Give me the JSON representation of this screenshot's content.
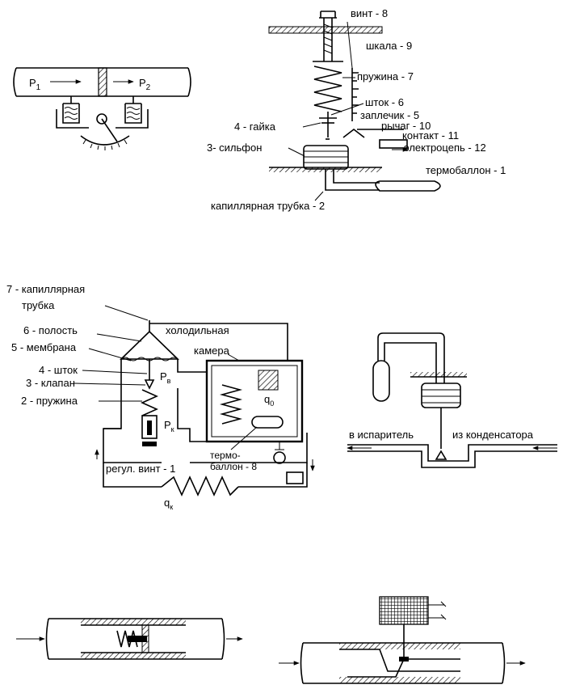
{
  "fig1": {
    "p1": "P",
    "p1_sub": "1",
    "p2": "P",
    "p2_sub": "2"
  },
  "fig2": {
    "labels": {
      "vint": "винт - 8",
      "shkala": "шкала - 9",
      "pruzhina": "пружина - 7",
      "shtok": "шток - 6",
      "zaplechik": "заплечик - 5",
      "gaika": "4 - гайка",
      "rychag": "рычаг - 10",
      "kontakt": "контакт - 11",
      "silfon": "3- сильфон",
      "elektrocep": "электроцепь - 12",
      "termoballon": "термобаллон - 1",
      "kapillyar": "капиллярная трубка - 2"
    }
  },
  "fig3": {
    "labels": {
      "l7a": "7 - капиллярная",
      "l7b": "трубка",
      "l6": "6 - полость",
      "l5": "5 - мембрана",
      "l4": "4 - шток",
      "l3": "3 - клапан",
      "l2": "2 - пружина",
      "kholod": "холодильная",
      "kamera": "камера",
      "pv": "P",
      "pv_sub": "в",
      "pk": "P",
      "pk_sub": "к",
      "q0": "q",
      "q0_sub": "0",
      "regul": "регул. винт - 1",
      "termo1": "термо-",
      "termo2": "баллон - 8",
      "qk": "q",
      "qk_sub": "к"
    }
  },
  "fig4": {
    "labels": {
      "v_isp": "в испаритель",
      "iz_kond": "из конденсатора"
    }
  }
}
